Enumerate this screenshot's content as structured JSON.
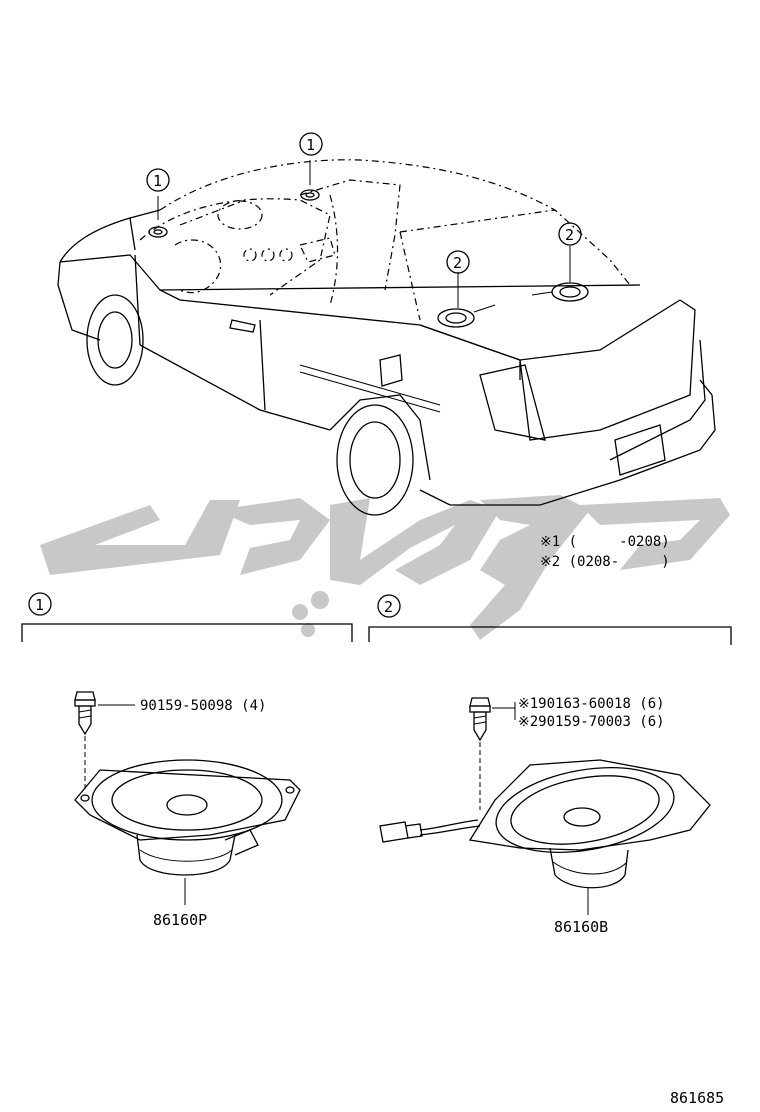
{
  "callouts": {
    "one": "1",
    "two": "2"
  },
  "applicability": {
    "row1": "※1 (     -0208)",
    "row2": "※2 (0208-     )"
  },
  "group1": {
    "screw_part": "90159-50098 (4)",
    "speaker_part": "86160P"
  },
  "group2": {
    "screw_part_a": "※190163-60018 (6)",
    "screw_part_b": "※290159-70003 (6)",
    "speaker_part": "86160B"
  },
  "figure_id": "861685",
  "watermark": {
    "color": "#c8c8c8"
  }
}
